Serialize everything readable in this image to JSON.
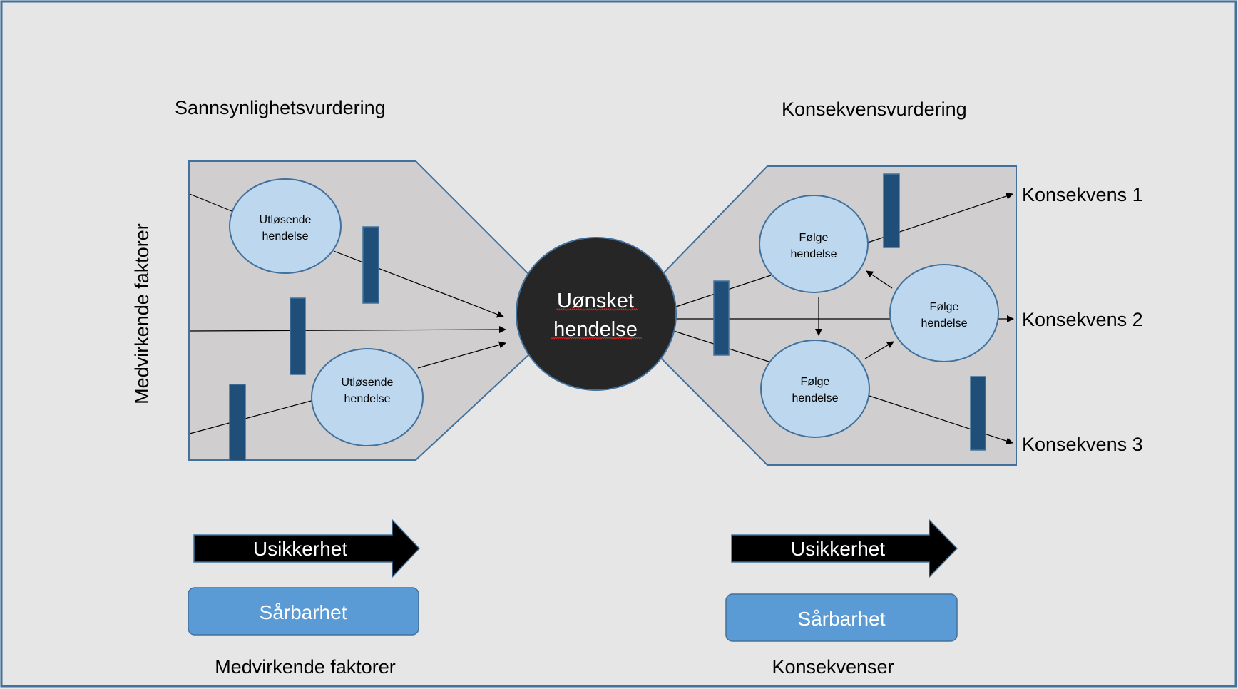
{
  "colors": {
    "background": "#E6E6E6",
    "frame_border": "#41719C",
    "panel_fill": "#D0CECE",
    "panel_stroke": "#41719C",
    "event_fill": "#BDD7EE",
    "event_stroke": "#41719C",
    "barrier_fill": "#1F4E79",
    "center_fill": "#262626",
    "vulnerability_fill": "#5B9BD5",
    "arrow_fill": "#000000",
    "squiggle": "#E02020"
  },
  "titles": {
    "left": "Sannsynlighetsvurdering",
    "right": "Konsekvensvurdering"
  },
  "side_label": "Medvirkende faktorer",
  "center_event": {
    "line1": "Uønsket",
    "line2": "hendelse"
  },
  "left_events": [
    {
      "line1": "Utløsende",
      "line2": "hendelse"
    },
    {
      "line1": "Utløsende",
      "line2": "hendelse"
    }
  ],
  "right_events": [
    {
      "line1": "Følge",
      "line2": "hendelse"
    },
    {
      "line1": "Følge",
      "line2": "hendelse"
    },
    {
      "line1": "Følge",
      "line2": "hendelse"
    }
  ],
  "consequences": [
    "Konsekvens 1",
    "Konsekvens 2",
    "Konsekvens 3"
  ],
  "bottom_left": {
    "arrow_label": "Usikkerhet",
    "box_label": "Sårbarhet",
    "caption": "Medvirkende faktorer"
  },
  "bottom_right": {
    "arrow_label": "Usikkerhet",
    "box_label": "Sårbarhet",
    "caption": "Konsekvenser"
  }
}
